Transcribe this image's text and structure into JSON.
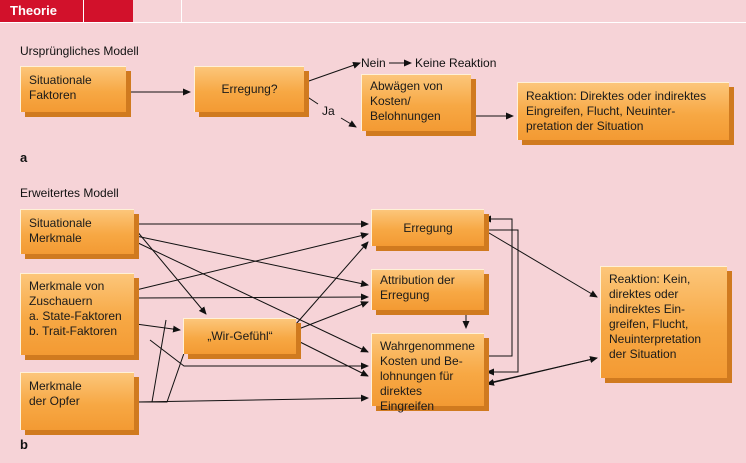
{
  "header": {
    "tab_label": "Theorie"
  },
  "section_a": {
    "title": "Ursprüngliches Modell",
    "letter": "a",
    "nodes": {
      "situationale_faktoren": [
        "Situationale",
        "Faktoren"
      ],
      "erregung": [
        "Erregung?"
      ],
      "abwaegen": [
        "Abwägen von",
        "Kosten/",
        "Belohnungen"
      ],
      "reaktion": [
        "Reaktion: Direktes oder indirektes",
        "Eingreifen, Flucht, Neuinter-",
        "pretation der Situation"
      ]
    },
    "edge_labels": {
      "nein": "Nein",
      "keine_reaktion": "Keine Reaktion",
      "ja": "Ja"
    }
  },
  "section_b": {
    "title": "Erweitertes Modell",
    "letter": "b",
    "nodes": {
      "situationale_merkmale": [
        "Situationale",
        "Merkmale"
      ],
      "merkmale_zuschauer": [
        "Merkmale von",
        "Zuschauern",
        "a. State-Faktoren",
        "b. Trait-Faktoren"
      ],
      "merkmale_opfer": [
        "Merkmale",
        "der Opfer"
      ],
      "wir_gefuehl": [
        "„Wir-Gefühl“"
      ],
      "erregung": [
        "Erregung"
      ],
      "attribution": [
        "Attribution der",
        "Erregung"
      ],
      "kosten": [
        "Wahrgenommene",
        "Kosten und Be-",
        "lohnungen für",
        "direktes Eingreifen"
      ],
      "reaktion": [
        "Reaktion: Kein,",
        "direktes oder",
        "indirektes Ein-",
        "greifen, Flucht,",
        "Neuinterpretation",
        "der Situation"
      ]
    }
  },
  "colors": {
    "background": "#f6d3d7",
    "tab": "#d2112b",
    "box_light": "#fcc67a",
    "box_dark": "#f39a33",
    "box_shadow": "#d07a1f"
  }
}
